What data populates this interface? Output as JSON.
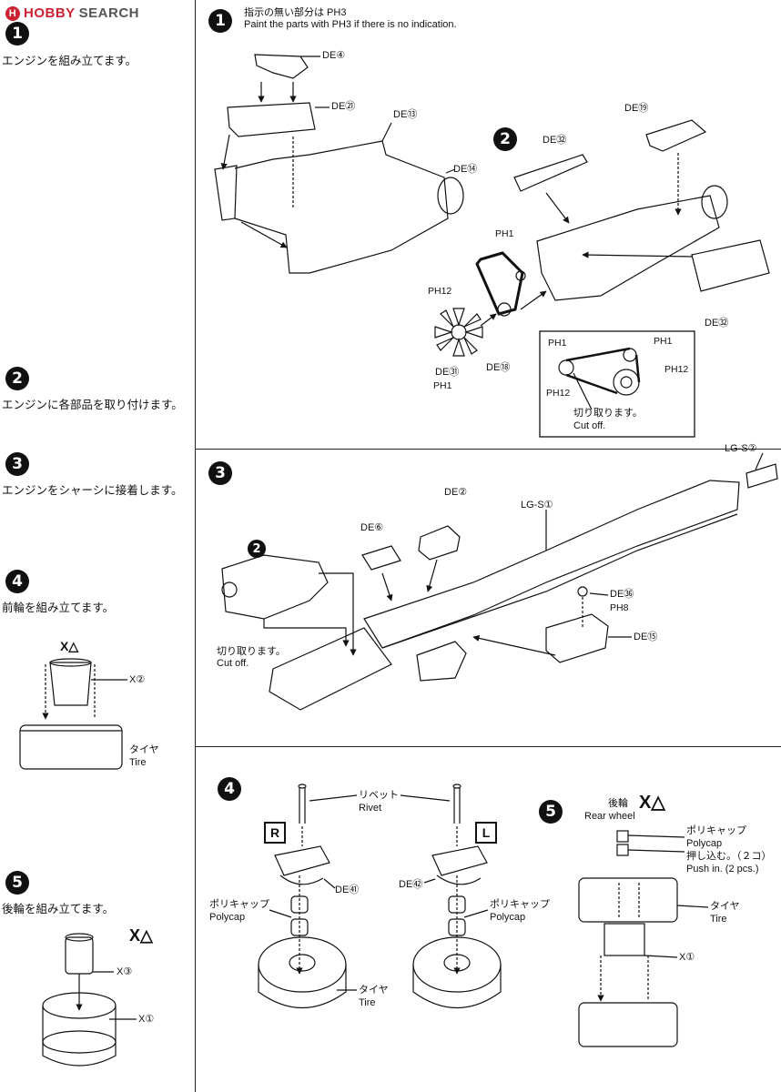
{
  "brand": {
    "logo_text": "H",
    "name_a": "HOBBY",
    "name_b": "SEARCH"
  },
  "sidebar": [
    {
      "num": "1",
      "text": "エンジンを組み立てます。"
    },
    {
      "num": "2",
      "text": "エンジンに各部品を取り付けます。"
    },
    {
      "num": "3",
      "text": "エンジンをシャーシに接着します。"
    },
    {
      "num": "4",
      "text": "前輪を組み立てます。"
    },
    {
      "num": "5",
      "text": "後輪を組み立てます。"
    }
  ],
  "side4": {
    "part": "X",
    "x2": "X②",
    "tire_jp": "タイヤ",
    "tire_en": "Tire"
  },
  "side5": {
    "part": "X",
    "x3": "X③",
    "x1": "X①"
  },
  "step1": {
    "num": "1",
    "note_jp": "指示の無い部分は PH3",
    "note_en": "Paint the parts with PH3 if there is no indication.",
    "de4": "DE④",
    "de21": "DE㉑",
    "de13": "DE⑬",
    "de14": "DE⑭"
  },
  "step2": {
    "num": "2",
    "de32a": "DE㉜",
    "de19": "DE⑲",
    "de32b": "DE㉜",
    "ph1a": "PH1",
    "ph12a": "PH12",
    "de31": "DE㉛",
    "ph1b": "PH1",
    "de18": "DE⑱",
    "inset": {
      "ph1a": "PH1",
      "ph1b": "PH1",
      "ph12a": "PH12",
      "ph12b": "PH12",
      "cut_jp": "切り取ります。",
      "cut_en": "Cut off."
    }
  },
  "step3": {
    "num": "3",
    "lgs2": "LG-S②",
    "de2": "DE②",
    "lgs1": "LG-S①",
    "de6": "DE⑥",
    "sub2": "2",
    "de36": "DE㊱",
    "ph8": "PH8",
    "de15": "DE⑮",
    "cut_jp": "切り取ります。",
    "cut_en": "Cut off."
  },
  "step4": {
    "num": "4",
    "rivet_jp": "リベット",
    "rivet_en": "Rivet",
    "r": "R",
    "l": "L",
    "de41": "DE㊶",
    "de42": "DE㊷",
    "polycap_jp_l": "ポリキャップ",
    "polycap_en_l": "Polycap",
    "polycap_jp_r": "ポリキャップ",
    "polycap_en_r": "Polycap",
    "tire_jp": "タイヤ",
    "tire_en": "Tire"
  },
  "step5": {
    "num": "5",
    "rear_jp": "後輪",
    "rear_en": "Rear wheel",
    "part": "X",
    "polycap_jp": "ポリキャップ",
    "polycap_en": "Polycap",
    "push_jp": "押し込む。（２コ）",
    "push_en": "Push in. (2 pcs.)",
    "tire_jp": "タイヤ",
    "tire_en": "Tire",
    "x1": "X①"
  },
  "icons": [
    "triangle-number-icon",
    "arrow-icon"
  ]
}
